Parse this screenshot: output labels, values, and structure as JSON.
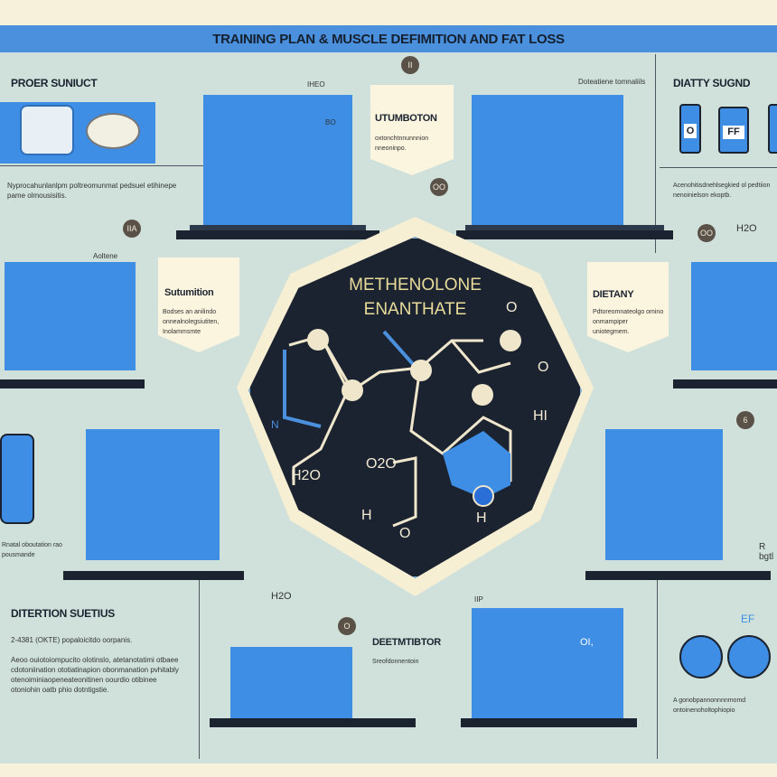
{
  "title": "TRAINING PLAN & MUSCLE DEFIMITION AND FAT LOSS",
  "center": {
    "line1": "METHENOLONE",
    "line2": "ENANTHATE",
    "labels": [
      "O",
      "O",
      "N",
      "H2O",
      "O2O",
      "H",
      "O",
      "HI",
      "H"
    ]
  },
  "sections": {
    "top_left": {
      "heading": "PROER SUNIUCT",
      "text": "Nyprocahunlanlpm poltreomunmat pedsuel etihinepe pame olmousisitis."
    },
    "top_right": {
      "heading": "DIATTY SUGND",
      "text": "Acenohitisdnehlsegkied ol pedtiion nenoinielson ekoptb."
    },
    "bottom_left": {
      "heading": "DITERTION SUETIUS",
      "sub": "2-4381 (OKTE) popaloicitdo oorpanis.",
      "text": "Aeoo ouiotoiompucito olotinslo, atetanotatimi otbaee cdotoniination ototiatinapion obonmanation pvhitably otenoiminiaopeneateonitinen oourdio otibinee otoniohin oatb phio dotntigstie."
    },
    "bottom_right": {
      "text": "A gonobpannonnnnmomd ontoinenoholtophiopio"
    },
    "left_mid": {
      "text": "Rnatal oboutation rao pousmande"
    },
    "right_mid": {
      "text": "R bgtl"
    }
  },
  "callouts": {
    "upper": {
      "heading": "UTUMBOTON",
      "text": "oxtonchtnnunnnion nneoninpo."
    },
    "left": {
      "heading": "Sutumition",
      "text": "Bodses an anilindo onnealnolegsiutiten, Inolammsmte"
    },
    "right": {
      "heading": "DIETANY",
      "text": "Pdtoreomnateolgo omino onmampiper uniotegmem."
    },
    "lower": {
      "heading": "DEETMTIBTOR",
      "text": "Sreofdonnentoin"
    }
  },
  "badges": [
    "II",
    "OO",
    "IIA",
    "OO",
    "6",
    "O"
  ],
  "labels": {
    "a": "IHEO",
    "b": "BO",
    "c": "Doteatiene tomnaliils",
    "d": "Aoltene",
    "e": "H2O",
    "f": "H2O",
    "g": "IIP",
    "h": "OI,",
    "i": "EF"
  },
  "bottles": [
    "O",
    "FF"
  ]
}
